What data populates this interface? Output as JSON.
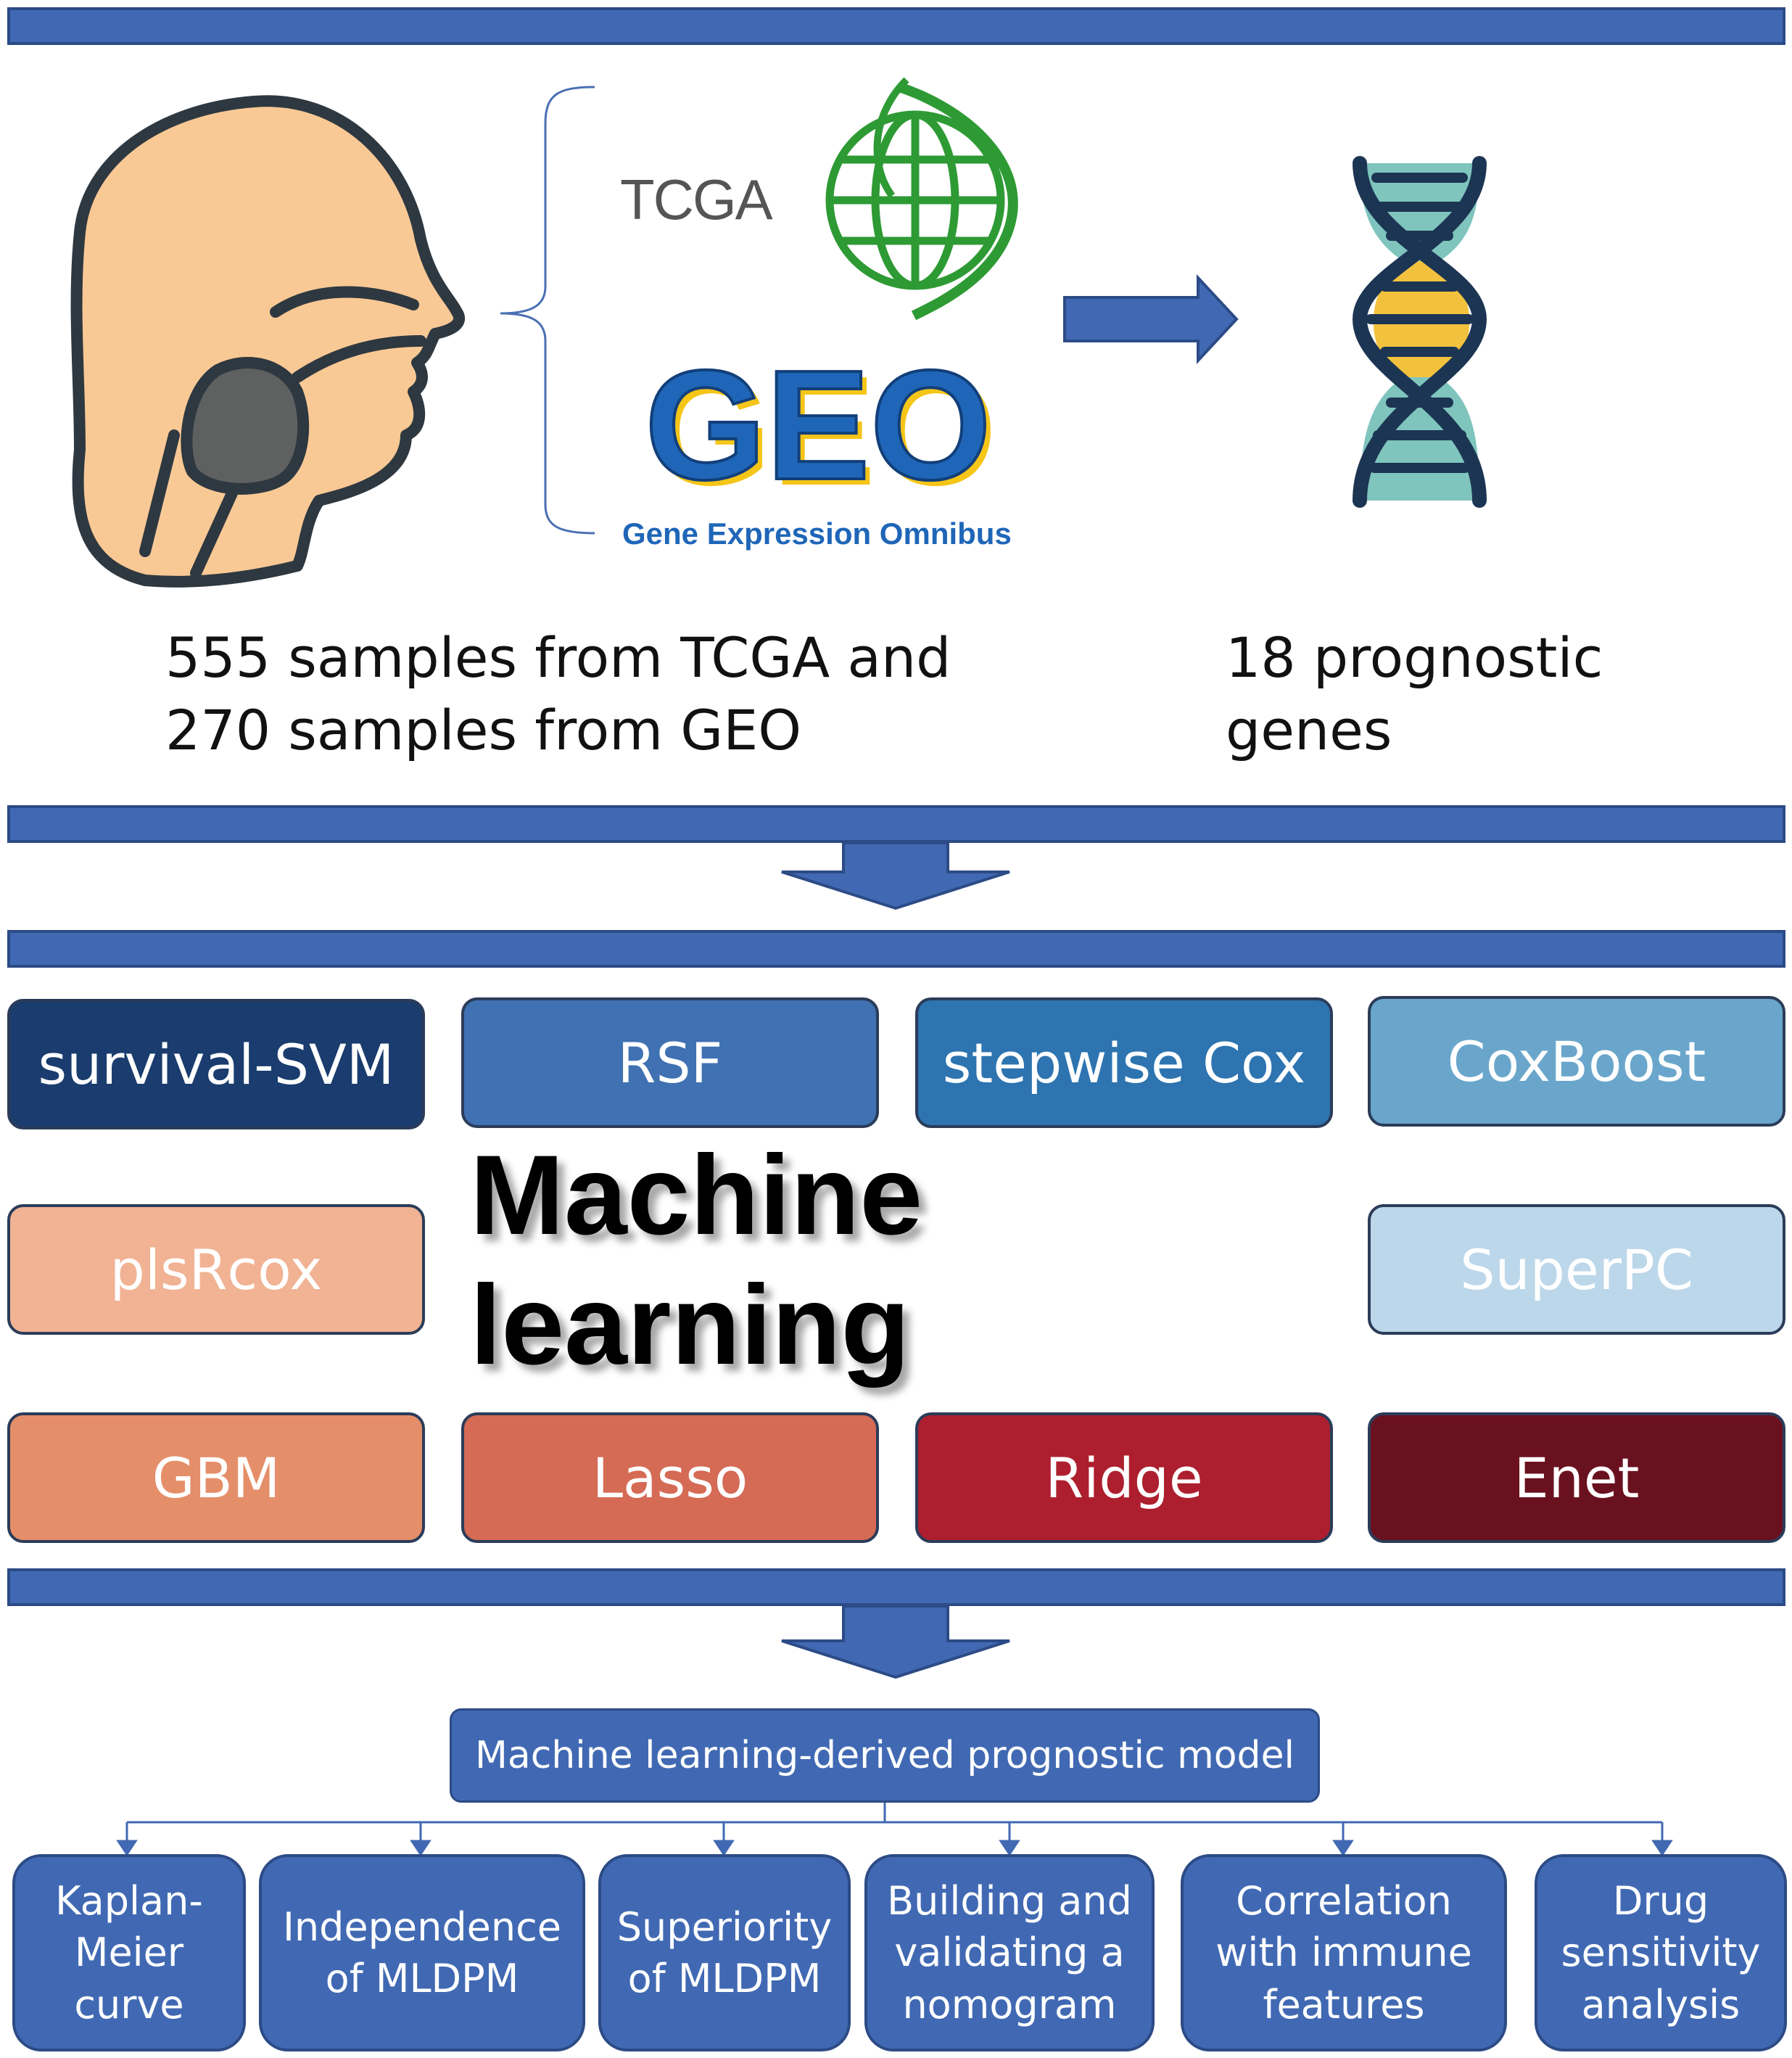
{
  "sources": {
    "tcga_logo_text": "TCGA",
    "geo_logo_text": "GEO",
    "geo_logo_subtitle": "Gene Expression Omnibus"
  },
  "captions": {
    "samples_line1": "555 samples from TCGA and",
    "samples_line2": "270 samples from GEO",
    "genes_line1": "18 prognostic",
    "genes_line2": "genes"
  },
  "machine_learning": {
    "title": "Machine learning",
    "methods": [
      {
        "label": "survival-SVM",
        "color": "#1a3c6e"
      },
      {
        "label": "RSF",
        "color": "#3f71b3"
      },
      {
        "label": "stepwise Cox",
        "color": "#2d74b0"
      },
      {
        "label": "CoxBoost",
        "color": "#6aa6cb"
      },
      {
        "label": "plsRcox",
        "color": "#f1b394"
      },
      {
        "label": "SuperPC",
        "color": "#bcd7ea"
      },
      {
        "label": "GBM",
        "color": "#e58e6a"
      },
      {
        "label": "Lasso",
        "color": "#d56a55"
      },
      {
        "label": "Ridge",
        "color": "#ad1f2e"
      },
      {
        "label": "Enet",
        "color": "#6a111f"
      }
    ]
  },
  "model": {
    "label": "Machine learning-derived prognostic model"
  },
  "outputs": [
    {
      "label": "Kaplan-\nMeier\ncurve"
    },
    {
      "label": "Independence\nof MLDPM"
    },
    {
      "label": "Superiority\nof MLDPM"
    },
    {
      "label": "Building and\nvalidating a\nnomogram"
    },
    {
      "label": "Correlation\nwith immune\nfeatures"
    },
    {
      "label": "Drug\nsensitivity\nanalysis"
    }
  ]
}
